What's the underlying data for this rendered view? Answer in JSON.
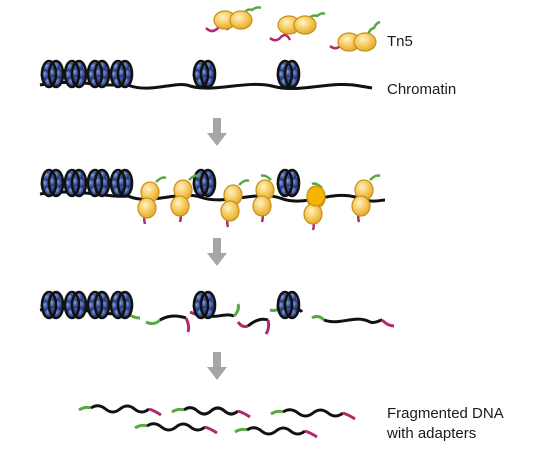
{
  "labels": {
    "tn5": "Tn5",
    "chromatin": "Chromatin",
    "fragmented_line1": "Fragmented DNA",
    "fragmented_line2": "with adapters"
  },
  "colors": {
    "dna": "#111111",
    "nucleosome": "#3f5aa8",
    "nucleosome_dark": "#1f2f6e",
    "tn5_fill": "#f4c451",
    "tn5_stroke": "#c8901a",
    "adapter_green": "#5aa845",
    "adapter_magenta": "#b3276d",
    "arrow": "#a6a6a6"
  },
  "icons": [
    "tn5-transposase-icon",
    "nucleosome-icon",
    "down-arrow-icon"
  ]
}
